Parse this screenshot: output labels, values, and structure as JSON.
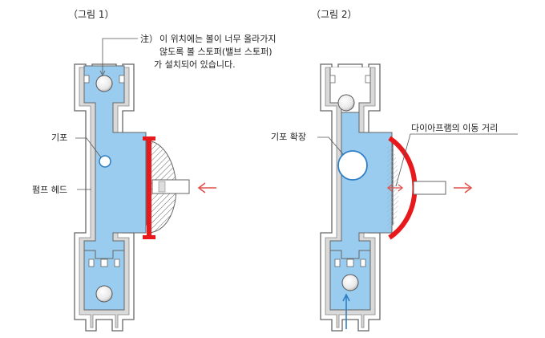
{
  "figure1": {
    "caption": "（그림 1）",
    "note_mark": "注）",
    "note_line1": "이 위치에는 볼이 너무 올라가지",
    "note_line2": "않도록 볼 스토퍼(밸브 스토퍼)",
    "note_line3": "가 설치되어 있습니다.",
    "bubble_label": "기포",
    "pump_head_label": "펌프 헤드"
  },
  "figure2": {
    "caption": "（그림 2）",
    "bubble_label": "기포 확장",
    "diaphragm_label": "다이아프램의 이동 거리"
  },
  "colors": {
    "liquid": "#99ccee",
    "wall": "#666666",
    "diaphragm": "#e8191c",
    "arrow_red": "#e0504c",
    "arrow_blue": "#2f7fc4",
    "ball": "#ffffff"
  }
}
